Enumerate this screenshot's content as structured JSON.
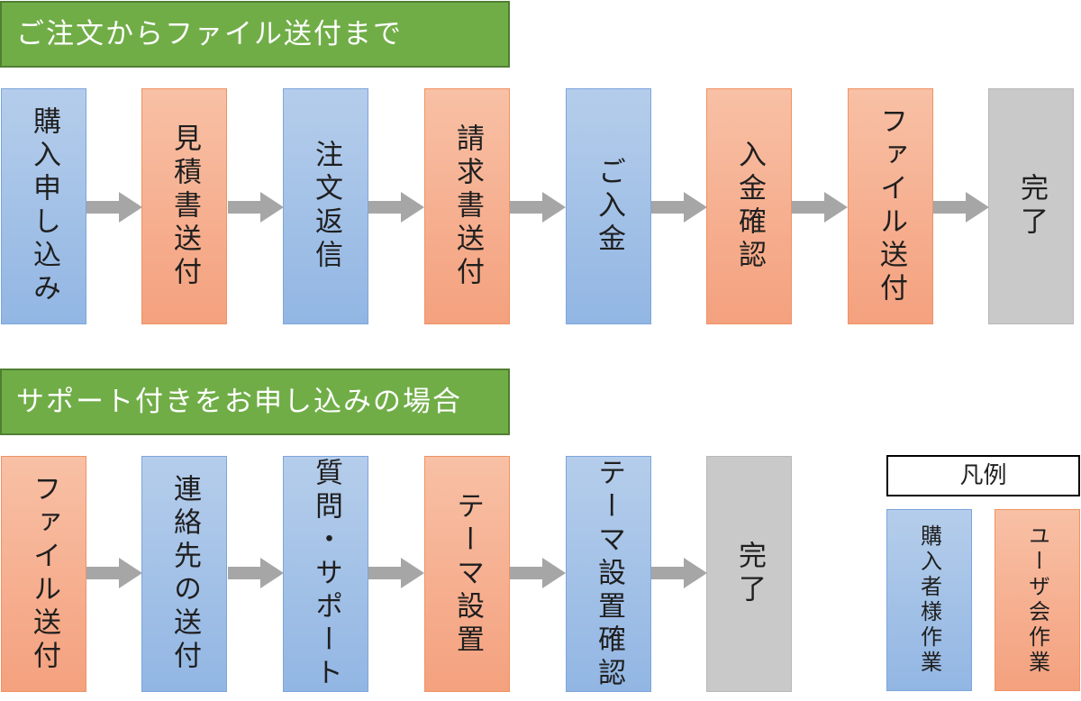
{
  "section1": {
    "title": "ご注文からファイル送付まで",
    "steps": [
      {
        "label": "購入申し込み",
        "role": "buyer"
      },
      {
        "label": "見積書送付",
        "role": "user"
      },
      {
        "label": "注文返信",
        "role": "buyer"
      },
      {
        "label": "請求書送付",
        "role": "user"
      },
      {
        "label": "ご入金",
        "role": "buyer"
      },
      {
        "label": "入金確認",
        "role": "user"
      },
      {
        "label": "ファイル送付",
        "role": "user"
      },
      {
        "label": "完了",
        "role": "done"
      }
    ]
  },
  "section2": {
    "title": "サポート付きをお申し込みの場合",
    "steps": [
      {
        "label": "ファイル送付",
        "role": "user"
      },
      {
        "label": "連絡先の送付",
        "role": "buyer"
      },
      {
        "label": "質問・サポート",
        "role": "buyer"
      },
      {
        "label": "テーマ設置",
        "role": "user"
      },
      {
        "label": "テーマ設置確認",
        "role": "buyer"
      },
      {
        "label": "完了",
        "role": "done"
      }
    ]
  },
  "legend": {
    "title": "凡例",
    "buyer_label": "購入者様作業",
    "user_label": "ユーザ会作業"
  },
  "colors": {
    "banner": "#70ad47",
    "buyer": "#9dbde6",
    "user": "#f6ad8c",
    "done": "#c9c9c9",
    "arrow": "#a6a6a6"
  }
}
